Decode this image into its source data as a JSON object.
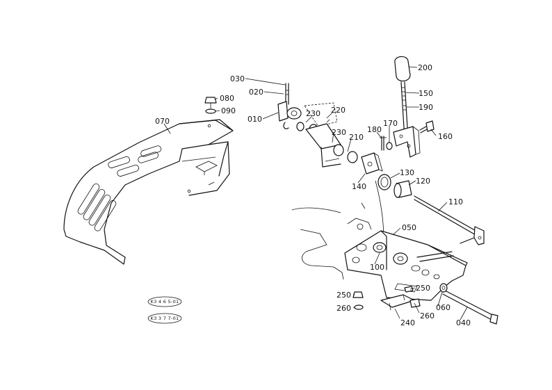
{
  "callouts": [
    {
      "id": "p030",
      "label": "030"
    },
    {
      "id": "p020",
      "label": "020"
    },
    {
      "id": "p010",
      "label": "010"
    },
    {
      "id": "p080",
      "label": "080"
    },
    {
      "id": "p090",
      "label": "090"
    },
    {
      "id": "p070",
      "label": "070"
    },
    {
      "id": "p230a",
      "label": "230"
    },
    {
      "id": "p220",
      "label": "220"
    },
    {
      "id": "p230b",
      "label": "230"
    },
    {
      "id": "p210",
      "label": "210"
    },
    {
      "id": "p180",
      "label": "180"
    },
    {
      "id": "p170",
      "label": "170"
    },
    {
      "id": "p200",
      "label": "200"
    },
    {
      "id": "p150",
      "label": "150"
    },
    {
      "id": "p190",
      "label": "190"
    },
    {
      "id": "p160",
      "label": "160"
    },
    {
      "id": "p140",
      "label": "140"
    },
    {
      "id": "p130",
      "label": "130"
    },
    {
      "id": "p120",
      "label": "120"
    },
    {
      "id": "p110",
      "label": "110"
    },
    {
      "id": "p050",
      "label": "050"
    },
    {
      "id": "p100",
      "label": "100"
    },
    {
      "id": "p250a",
      "label": "250"
    },
    {
      "id": "p250b",
      "label": "250"
    },
    {
      "id": "p260a",
      "label": "260"
    },
    {
      "id": "p260b",
      "label": "260"
    },
    {
      "id": "p240",
      "label": "240"
    },
    {
      "id": "p060",
      "label": "060"
    },
    {
      "id": "p040",
      "label": "040"
    }
  ],
  "stamps": [
    "K3 4 6 5-01",
    "K3 3 7 7-01"
  ]
}
